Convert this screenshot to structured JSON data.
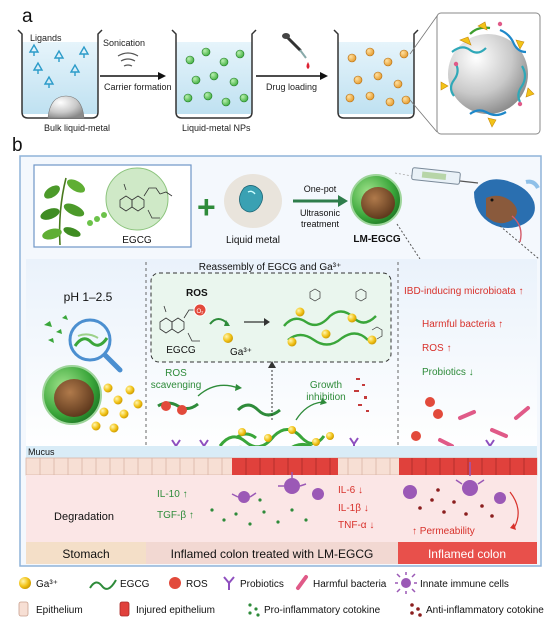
{
  "panel_a": {
    "letter": "a",
    "ligands": "Ligands",
    "sonication": "Sonication",
    "carrier_formation": "Carrier formation",
    "drug_loading": "Drug loading",
    "bulk_lm": "Bulk liquid-metal",
    "lm_nps": "Liquid-metal NPs"
  },
  "panel_b": {
    "letter": "b",
    "egcg": "EGCG",
    "liquid_metal": "Liquid metal",
    "one_pot": "One-pot",
    "ultrasonic": "Ultrasonic",
    "treatment": "treatment",
    "lm_egcg": "LM-EGCG",
    "reassembly": "Reassembly of EGCG and Ga³⁺",
    "ph": "pH 1–2.5",
    "ros": "ROS",
    "egcg_small": "EGCG",
    "ga3": "Ga³⁺",
    "ros_scavenging_1": "ROS",
    "ros_scavenging_2": "scavenging",
    "growth_1": "Growth",
    "growth_2": "inhibition",
    "ibd": "IBD-inducing microbioata ↑",
    "harmful": "Harmful bacteria ↑",
    "ros_up": "ROS ↑",
    "probiotics_down": "Probiotics ↓",
    "mucus": "Mucus",
    "degradation": "Degradation",
    "il10": "IL-10 ↑",
    "tgfb": "TGF-β ↑",
    "il6": "IL-6 ↓",
    "il1b": "IL-1β ↓",
    "tnfa": "TNF-α ↓",
    "permeability": "↑ Permeability",
    "stomach": "Stomach",
    "treated": "Inflamed colon treated with LM-EGCG",
    "inflamed": "Inflamed colon"
  },
  "legend": {
    "ga": "Ga³⁺",
    "egcg": "EGCG",
    "ros": "ROS",
    "probiotics": "Probiotics",
    "harmful": "Harmful bacteria",
    "innate": "Innate immune cells",
    "epithelium": "Epithelium",
    "injured": "Injured epithelium",
    "pro": "Pro-inflammatory cotokine",
    "anti": "Anti-inflammatory cotokine"
  },
  "colors": {
    "frame_blue": "#8fb3d9",
    "green": "#2e8b3a",
    "red": "#d8312b",
    "gold": "#f2c318",
    "purple": "#9b59b6"
  }
}
